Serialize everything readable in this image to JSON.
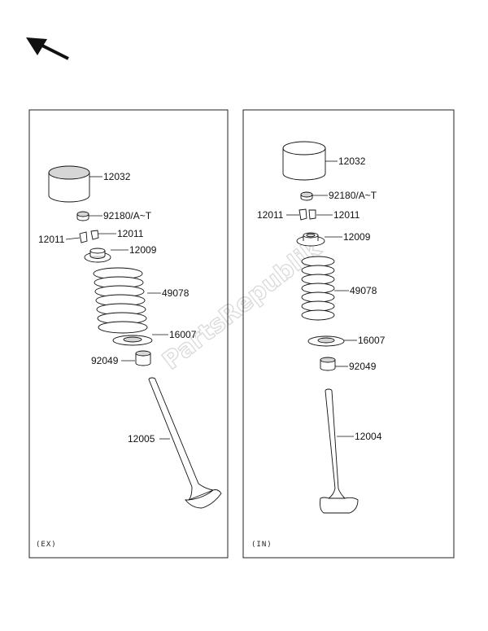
{
  "watermark": "PartsRepublik",
  "panels": {
    "exhaust": {
      "tag": "(EX)",
      "labels": {
        "tappet": "12032",
        "shim": "92180/A~T",
        "cotter_left": "12011",
        "cotter_right": "12011",
        "retainer": "12009",
        "spring": "49078",
        "seat": "16007",
        "seal": "92049",
        "valve": "12005"
      }
    },
    "intake": {
      "tag": "(IN)",
      "labels": {
        "tappet": "12032",
        "shim": "92180/A~T",
        "cotter_left": "12011",
        "cotter_right": "12011",
        "retainer": "12009",
        "spring": "49078",
        "seat": "16007",
        "seal": "92049",
        "valve": "12004"
      }
    }
  }
}
